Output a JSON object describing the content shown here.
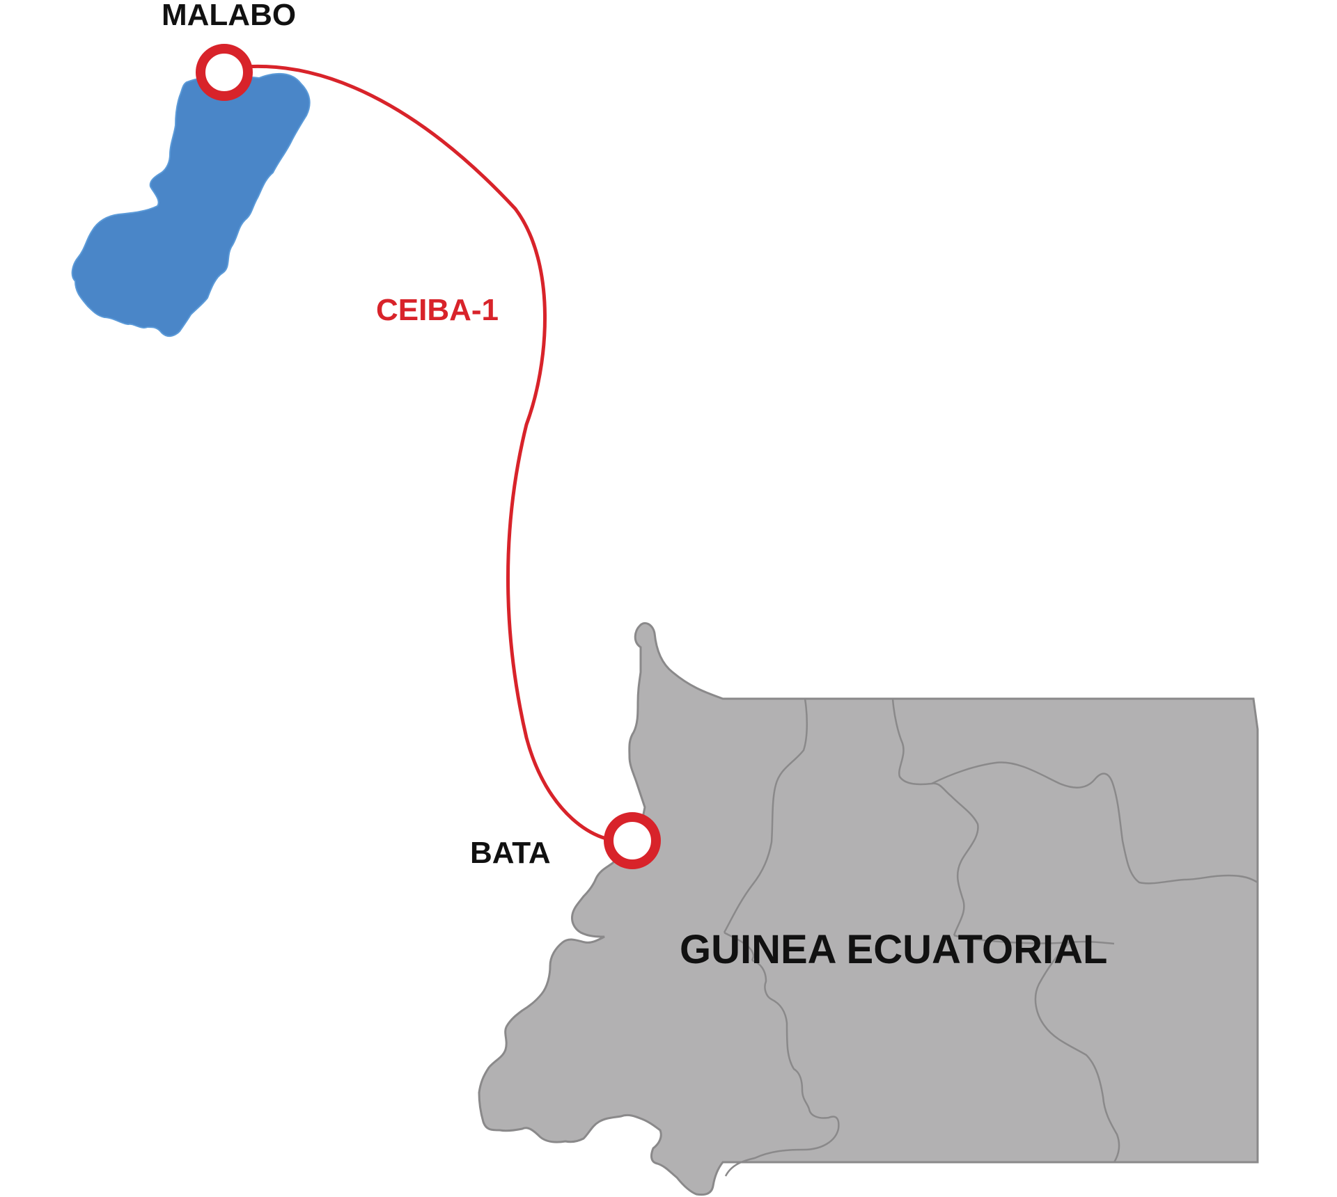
{
  "colors": {
    "island": "#4a86c8",
    "island_border": "#5b9ad8",
    "mainland": "#b2b1b2",
    "mainland_border": "#8a898a",
    "cable": "#d8232a",
    "node_fill": "#ffffff"
  },
  "cities": {
    "malabo": "MALABO",
    "bata": "BATA"
  },
  "cable": {
    "name": "CEIBA-1"
  },
  "country": {
    "name": "GUINEA ECUATORIAL"
  }
}
